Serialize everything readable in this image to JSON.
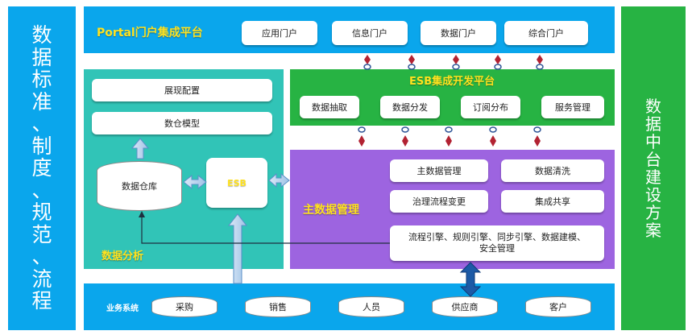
{
  "left_bar": {
    "text": [
      "数",
      "据",
      "标",
      "准",
      "、",
      "制",
      "度",
      "、",
      "规",
      "范",
      "、",
      "流",
      "程"
    ]
  },
  "right_bar": {
    "text": [
      "数",
      "据",
      "中",
      "台",
      "建",
      "设",
      "方",
      "案"
    ]
  },
  "portal": {
    "title": "Portal门户集成平台",
    "items": [
      "应用门户",
      "信息门户",
      "数据门户",
      "综合门户"
    ]
  },
  "esb_platform": {
    "title": "ESB集成开发平台",
    "items": [
      "数据抽取",
      "数据分发",
      "订阅分布",
      "服务管理"
    ]
  },
  "analysis": {
    "title": "数据分析",
    "items": [
      "展现配置",
      "数仓模型"
    ],
    "warehouse": "数据仓库",
    "esb": "ESB"
  },
  "mdm": {
    "title": "主数据管理",
    "items": [
      "主数据管理",
      "数据清洗",
      "治理流程变更",
      "集成共享"
    ],
    "engine": "流程引擎、规则引擎、同步引擎、数据建模、安全管理"
  },
  "business": {
    "label": "业务系统",
    "items": [
      "采购",
      "销售",
      "人员",
      "供应商",
      "客户"
    ]
  },
  "colors": {
    "blue": "#0aa6ec",
    "green": "#27b343",
    "teal": "#31c4b7",
    "purple": "#9d64e0",
    "yellow": "#ffe21f"
  }
}
